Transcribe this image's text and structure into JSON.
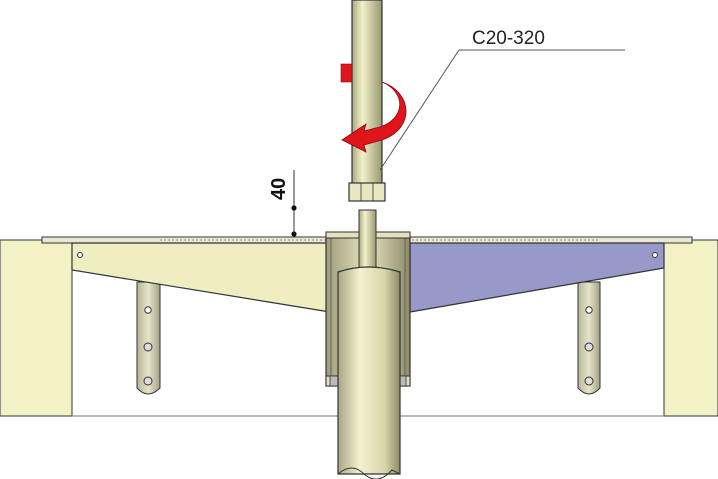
{
  "labels": {
    "part_code": "C20-320",
    "dimension": "40"
  },
  "colors": {
    "panel_cream": "#f3f1c6",
    "bracket_cream": "#efeec2",
    "bracket_blue": "#9898c9",
    "steel": "#d4d2a4",
    "arrow_red": "#e0141b",
    "outline": "#333333"
  },
  "icons": {
    "rotation": "rotate-counterclockwise-arrow"
  }
}
